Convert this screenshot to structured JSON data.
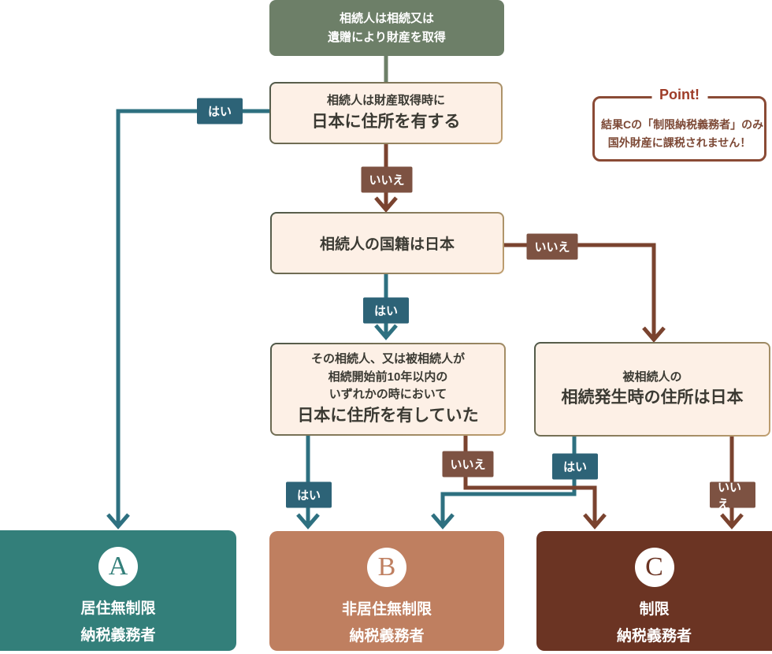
{
  "colors": {
    "sage": "#6d7f68",
    "cream": "#fdf0e6",
    "border_dark": "#4f5848",
    "border_tan": "#c09f70",
    "teal_line": "#2e7080",
    "teal_label": "#2d6377",
    "teal_box": "#337f7a",
    "brown_line": "#7a432f",
    "brown_label": "#7d5242",
    "salmon_box": "#bf7f60",
    "darkbrown_box": "#6b3423",
    "point_accent": "#9e3c28",
    "point_border": "#8a4a35",
    "point_text": "#7d4936",
    "text_dark": "#3b3a33"
  },
  "labels": {
    "yes": "はい",
    "no": "いいえ"
  },
  "nodes": {
    "start": {
      "lines": [
        "相続人は相続又は",
        "遺贈により財産を取得"
      ]
    },
    "q1": {
      "lines": [
        "相続人は財産取得時に",
        "日本に住所を有する"
      ]
    },
    "q2": {
      "lines": [
        "相続人の国籍は日本"
      ]
    },
    "q3": {
      "lines": [
        "その相続人、又は被相続人が",
        "相続開始前10年以内の",
        "いずれかの時において",
        "日本に住所を有していた"
      ]
    },
    "q4": {
      "lines": [
        "被相続人の",
        "相続発生時の住所は日本"
      ]
    }
  },
  "point": {
    "title": "Point!",
    "lines": [
      "結果Cの「制限納税義務者」のみ",
      "国外財産に課税されません！"
    ]
  },
  "results": {
    "a": {
      "letter": "A",
      "lines": [
        "居住無制限",
        "納税義務者"
      ]
    },
    "b": {
      "letter": "B",
      "lines": [
        "非居住無制限",
        "納税義務者"
      ]
    },
    "c": {
      "letter": "C",
      "lines": [
        "制限",
        "納税義務者"
      ]
    }
  }
}
